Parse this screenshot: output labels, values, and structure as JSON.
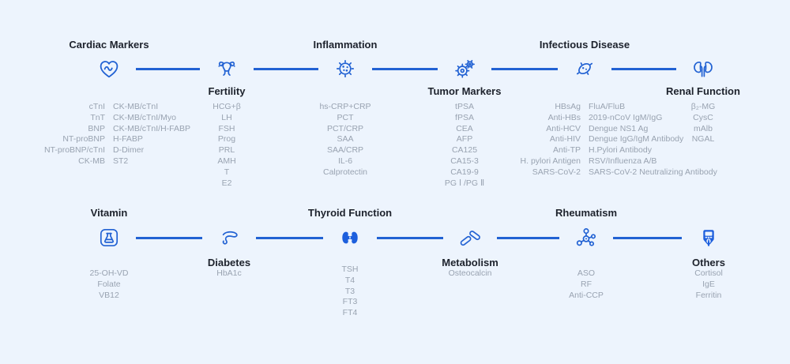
{
  "colors": {
    "background": "#edf4fd",
    "accent_blue": "#2262d3",
    "filled_icon_blue": "#1d5fdd",
    "title_text": "#1d222c",
    "item_text": "#99a3b1"
  },
  "timelines": [
    {
      "name": "top",
      "nodes": [
        {
          "title": "Cardiac Markers",
          "title_position": "above",
          "icon": "heart-pulse-icon",
          "items_left": [
            "cTnI",
            "TnT",
            "BNP",
            "NT-proBNP",
            "NT-proBNP/cTnI",
            "CK-MB"
          ],
          "items_right": [
            "CK-MB/cTnI",
            "CK-MB/cTnI/Myo",
            "CK-MB/cTnI/H-FABP",
            "H-FABP",
            "D-Dimer",
            "ST2"
          ]
        },
        {
          "title": "Fertility",
          "title_position": "below",
          "icon": "uterus-icon",
          "items": [
            "HCG+β",
            "LH",
            "FSH",
            "Prog",
            "PRL",
            "AMH",
            "T",
            "E2"
          ]
        },
        {
          "title": "Inflammation",
          "title_position": "above",
          "icon": "virus-icon",
          "items": [
            "hs-CRP+CRP",
            "PCT",
            "PCT/CRP",
            "SAA",
            "SAA/CRP",
            "IL-6",
            "Calprotectin"
          ]
        },
        {
          "title": "Tumor Markers",
          "title_position": "below",
          "icon": "gears-icon",
          "items": [
            "tPSA",
            "fPSA",
            "CEA",
            "AFP",
            "CA125",
            "CA15-3",
            "CA19-9",
            "PG Ⅰ /PG Ⅱ"
          ]
        },
        {
          "title": "Infectious Disease",
          "title_position": "above",
          "icon": "bacteria-icon",
          "items_left": [
            "HBsAg",
            "Anti-HBs",
            "Anti-HCV",
            "Anti-HIV",
            "Anti-TP",
            "H. pylori Antigen",
            "SARS-CoV-2"
          ],
          "items_right": [
            "FluA/FluB",
            "2019-nCoV IgM/IgG",
            "Dengue NS1 Ag",
            "Dengue IgG/IgM Antibody",
            "H.Pylori Antibody",
            "RSV/Influenza A/B",
            "SARS-CoV-2 Neutralizing Antibody"
          ]
        },
        {
          "title": "Renal Function",
          "title_position": "below",
          "icon": "kidneys-icon",
          "items": [
            "β₂-MG",
            "CysC",
            "mAlb",
            "NGAL"
          ]
        }
      ]
    },
    {
      "name": "bottom",
      "nodes": [
        {
          "title": "Vitamin",
          "title_position": "above",
          "icon": "flask-icon",
          "items": [
            "25-OH-VD",
            "Folate",
            "VB12"
          ]
        },
        {
          "title": "Diabetes",
          "title_position": "below",
          "icon": "pancreas-icon",
          "items": [
            "HbA1c"
          ]
        },
        {
          "title": "Thyroid Function",
          "title_position": "above",
          "icon": "thyroid-icon",
          "items": [
            "TSH",
            "T4",
            "T3",
            "FT3",
            "FT4"
          ]
        },
        {
          "title": "Metabolism",
          "title_position": "below",
          "icon": "bone-joint-icon",
          "items": [
            "Osteocalcin"
          ]
        },
        {
          "title": "Rheumatism",
          "title_position": "above",
          "icon": "molecule-icon",
          "items": [
            "ASO",
            "RF",
            "Anti-CCP"
          ]
        },
        {
          "title": "Others",
          "title_position": "below",
          "icon": "glucometer-icon",
          "items": [
            "Cortisol",
            "IgE",
            "Ferritin"
          ]
        }
      ]
    }
  ]
}
